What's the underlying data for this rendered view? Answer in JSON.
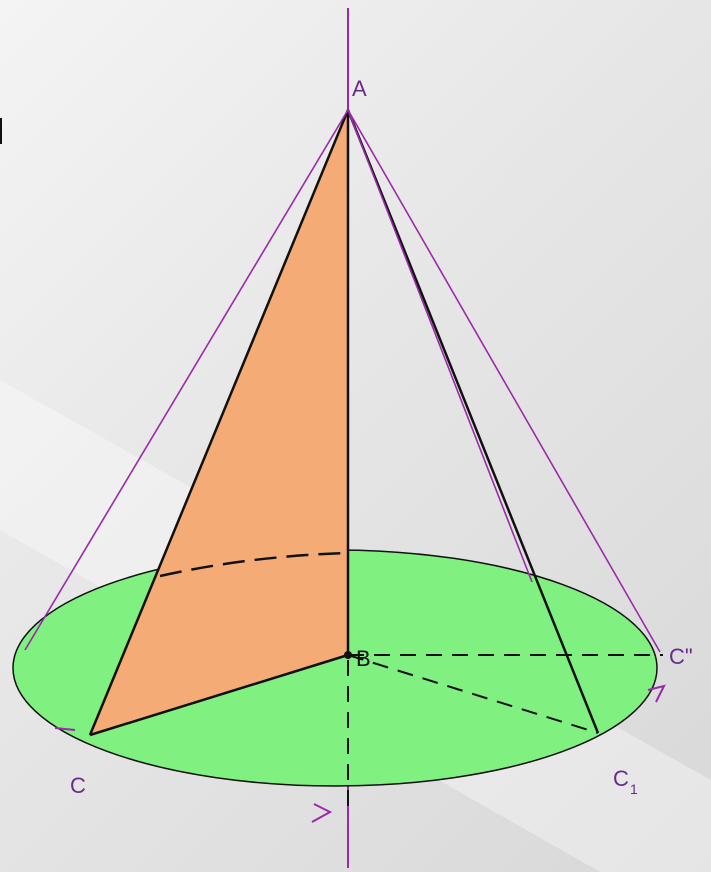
{
  "labels": {
    "apex": "A",
    "center": "B",
    "base_left": "C",
    "base_right": "C\"",
    "base_front": "C",
    "base_front_sub": "1"
  },
  "colors": {
    "background": "#e8e8e8",
    "base_fill": "#80f080",
    "triangle_fill": "#f5ab76",
    "generatrix_line": "#9a2aa8",
    "label": "#6a2b8a",
    "solid_line": "#111111"
  }
}
